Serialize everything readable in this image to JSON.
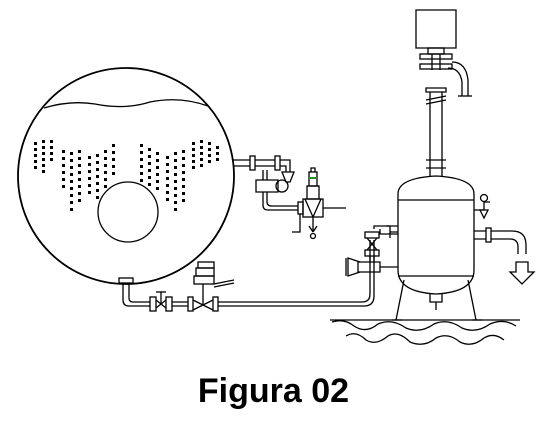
{
  "caption": "Figura 02",
  "colors": {
    "line": "#000000",
    "background": "#ffffff",
    "valve_accent": "#2e8b2e"
  },
  "components": [
    "drum",
    "water-level",
    "riser-tubes",
    "manway",
    "blowdown-line",
    "control-valve",
    "flash-tank",
    "steam-vent",
    "relief-valve",
    "drain-outlet",
    "sample-line",
    "gauge",
    "foundation"
  ]
}
